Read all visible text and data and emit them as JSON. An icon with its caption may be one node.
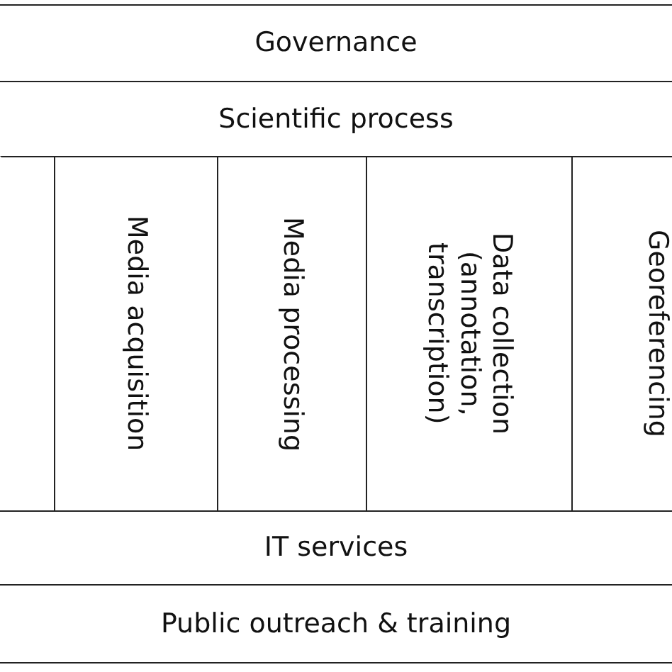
{
  "diagram": {
    "nodes": [
      {
        "text": [
          "Governance"
        ]
      },
      {
        "text": [
          "Scientific process"
        ]
      },
      {
        "text": [],
        "shape": "box"
      },
      {
        "text": [
          "Media acquisition"
        ]
      },
      {
        "text": [
          "Media processing"
        ]
      },
      {
        "text": [
          "Data collection (annotation, transcription)"
        ]
      },
      {
        "text": [
          "Georeferencing"
        ]
      },
      {
        "text": [
          "IT services"
        ]
      },
      {
        "text": [
          "Public outreach & training"
        ]
      }
    ]
  }
}
